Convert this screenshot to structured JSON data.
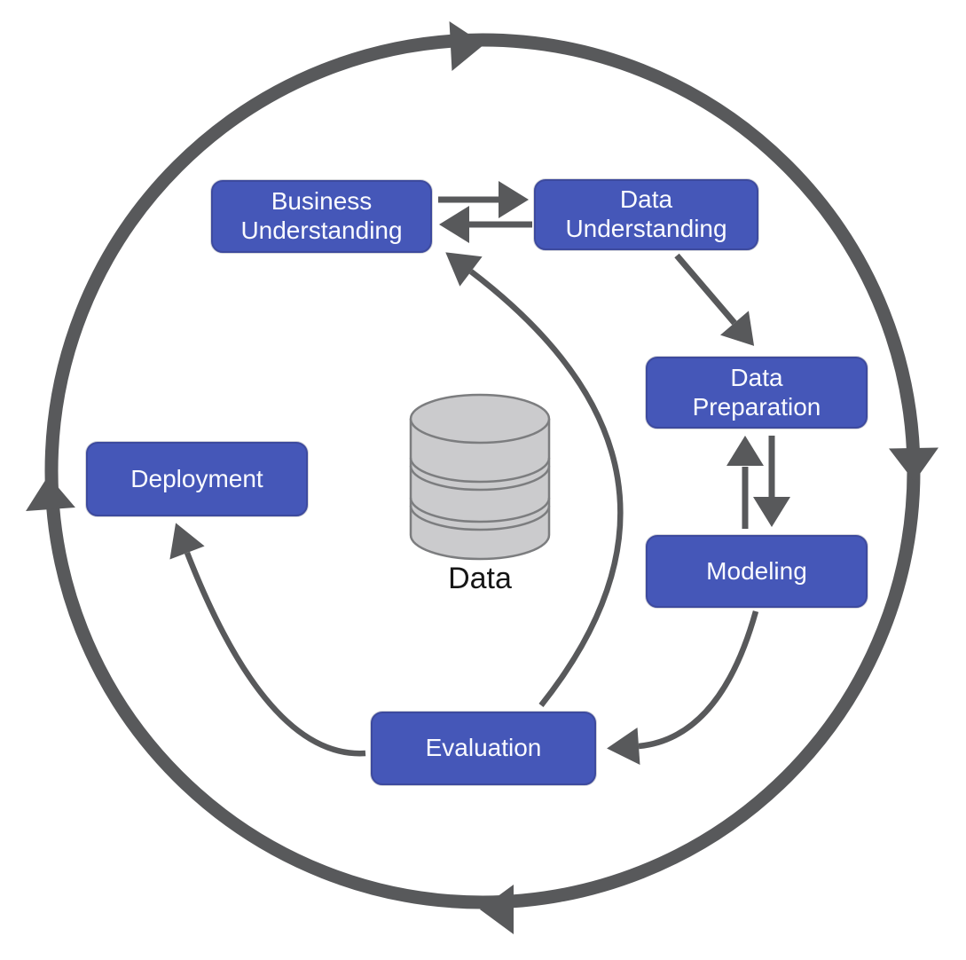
{
  "diagram": {
    "kind": "cyclic process flow diagram",
    "outer_cycle": {
      "direction": "clockwise",
      "arrowhead_count": 4
    },
    "nodes": {
      "business_understanding": {
        "label": "Business Understanding",
        "lines": [
          "Business",
          "Understanding"
        ]
      },
      "data_understanding": {
        "label": "Data Understanding",
        "lines": [
          "Data",
          "Understanding"
        ]
      },
      "data_preparation": {
        "label": "Data Preparation",
        "lines": [
          "Data",
          "Preparation"
        ]
      },
      "modeling": {
        "label": "Modeling",
        "lines": [
          "Modeling",
          ""
        ]
      },
      "evaluation": {
        "label": "Evaluation",
        "lines": [
          "Evaluation",
          ""
        ]
      },
      "deployment": {
        "label": "Deployment",
        "lines": [
          "Deployment",
          ""
        ]
      }
    },
    "center": {
      "data_store_label": "Data"
    },
    "edges": [
      {
        "from": "business_understanding",
        "to": "data_understanding",
        "style": "straight"
      },
      {
        "from": "data_understanding",
        "to": "business_understanding",
        "style": "straight"
      },
      {
        "from": "data_understanding",
        "to": "data_preparation",
        "style": "straight"
      },
      {
        "from": "data_preparation",
        "to": "modeling",
        "style": "straight"
      },
      {
        "from": "modeling",
        "to": "data_preparation",
        "style": "straight"
      },
      {
        "from": "modeling",
        "to": "evaluation",
        "style": "curved"
      },
      {
        "from": "evaluation",
        "to": "business_understanding",
        "style": "curved"
      },
      {
        "from": "evaluation",
        "to": "deployment",
        "style": "curved"
      }
    ],
    "colors": {
      "node_fill": "#4557B8",
      "node_border": "#3D4A9E",
      "node_text": "#FAFBFF",
      "arrow_gray": "#58595B",
      "cylinder_fill": "#CBCBCD",
      "cylinder_stroke": "#7C7D7F",
      "background": "#FFFFFF",
      "data_label_text": "#161616"
    }
  }
}
